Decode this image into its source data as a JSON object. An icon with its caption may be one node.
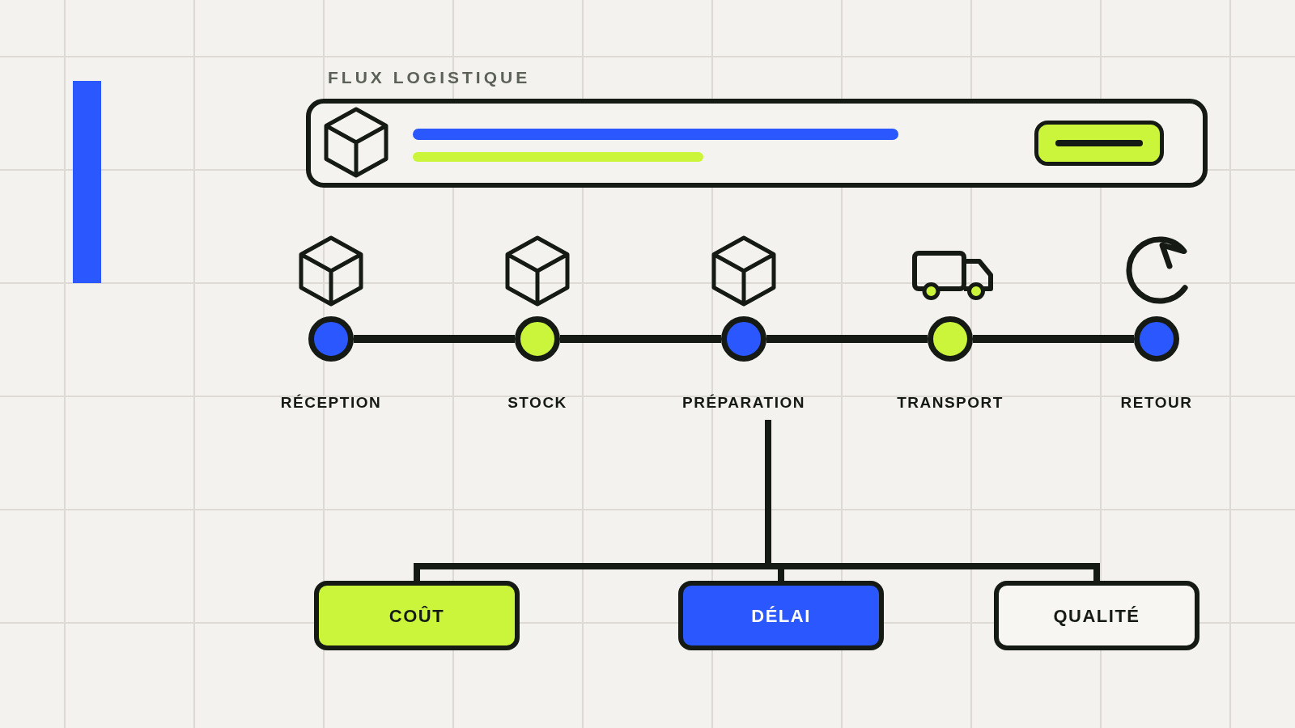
{
  "diagram": {
    "title": "FLUX LOGISTIQUE",
    "nodes": [
      {
        "text": [],
        "shape": "box"
      },
      {
        "text": [],
        "shape": "circle",
        "beside": [
          "RÉCEPTION"
        ]
      },
      {
        "text": [],
        "shape": "circle",
        "beside": [
          "STOCK"
        ]
      },
      {
        "text": [],
        "shape": "circle",
        "beside": [
          "PRÉPARATION"
        ]
      },
      {
        "text": [],
        "shape": "circle",
        "beside": [
          "TRANSPORT"
        ]
      },
      {
        "text": [],
        "shape": "circle",
        "beside": [
          "RETOUR"
        ]
      },
      {
        "text": [
          "COÛT"
        ]
      },
      {
        "text": [
          "DÉLAI"
        ]
      },
      {
        "text": [
          "QUALITÉ"
        ]
      }
    ],
    "edges": [
      {
        "from": 1,
        "to": 2,
        "arrow": "none"
      },
      {
        "from": 2,
        "to": 3,
        "arrow": "none"
      },
      {
        "from": 3,
        "to": 4,
        "arrow": "none"
      },
      {
        "from": 4,
        "to": 5,
        "arrow": "none"
      },
      {
        "from": 3,
        "to": 6,
        "arrow": "none"
      },
      {
        "from": 3,
        "to": 7,
        "arrow": "none"
      },
      {
        "from": 3,
        "to": 8,
        "arrow": "none"
      }
    ]
  }
}
